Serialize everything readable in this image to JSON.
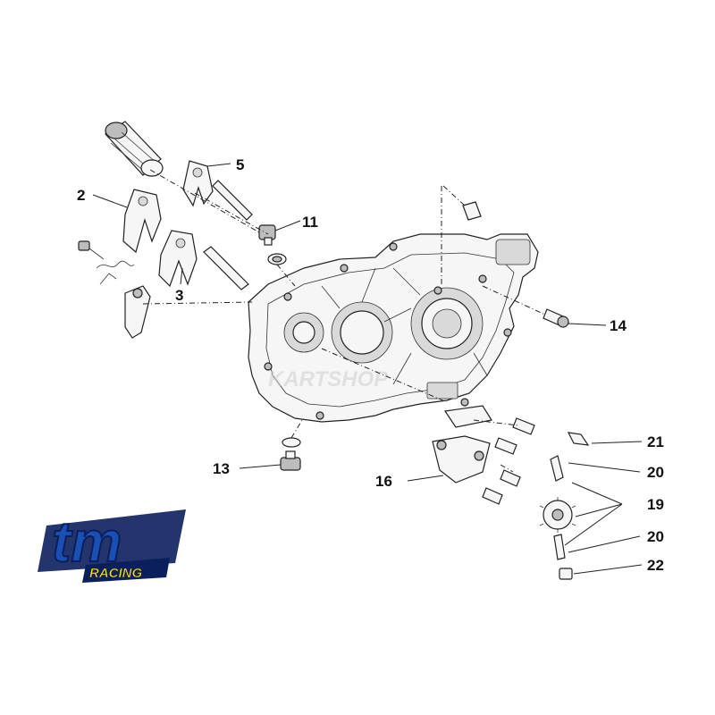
{
  "diagram": {
    "callouts": [
      {
        "id": "2",
        "label": "2"
      },
      {
        "id": "3",
        "label": "3"
      },
      {
        "id": "5",
        "label": "5"
      },
      {
        "id": "11",
        "label": "11"
      },
      {
        "id": "13",
        "label": "13"
      },
      {
        "id": "14",
        "label": "14"
      },
      {
        "id": "16",
        "label": "16"
      },
      {
        "id": "19",
        "label": "19"
      },
      {
        "id": "20a",
        "label": "20"
      },
      {
        "id": "20b",
        "label": "20"
      },
      {
        "id": "21",
        "label": "21"
      },
      {
        "id": "22",
        "label": "22"
      }
    ]
  },
  "brand": {
    "logo_text": "tm",
    "logo_subtext": "RACING",
    "colors": {
      "primary": "#1a4fb3",
      "accent": "#f3e22a",
      "outline": "#0b1f5c"
    }
  },
  "watermark": {
    "text": "KARTSHOP"
  }
}
